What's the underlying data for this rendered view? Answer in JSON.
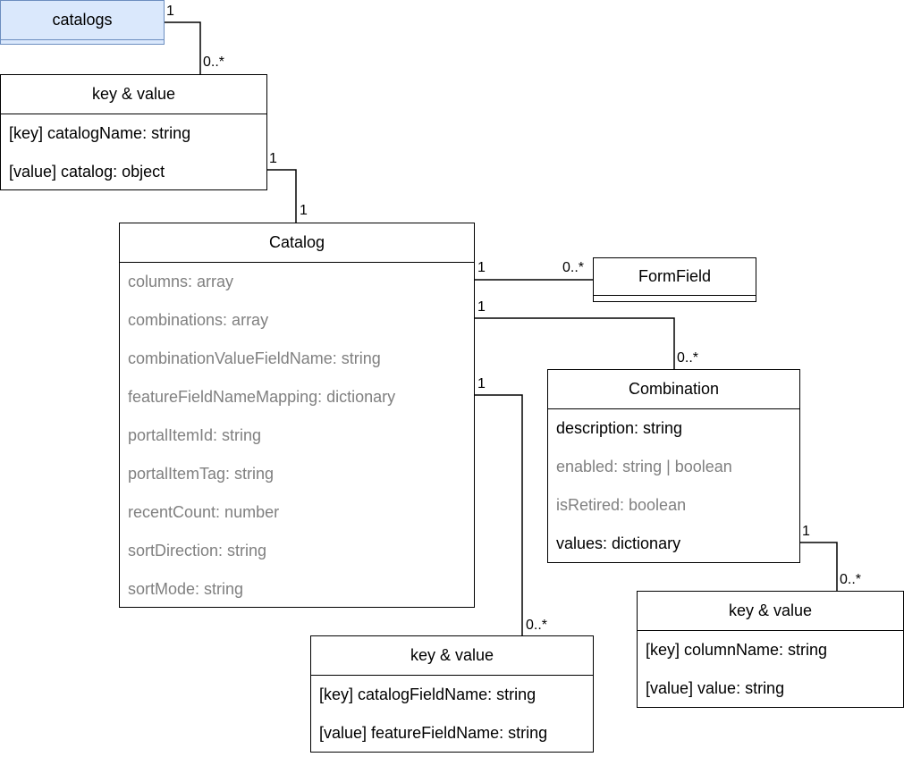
{
  "catalogs_root": {
    "title": "catalogs"
  },
  "catalog_map": {
    "title": "key & value",
    "attributes": [
      "[key] catalogName: string",
      "[value] catalog: object"
    ]
  },
  "catalog": {
    "title": "Catalog",
    "attributes": [
      "columns: array",
      "combinations: array",
      "combinationValueFieldName: string",
      "featureFieldNameMapping: dictionary",
      "portalItemId: string",
      "portalItemTag: string",
      "recentCount: number",
      "sortDirection: string",
      "sortMode: string"
    ]
  },
  "form_field": {
    "title": "FormField"
  },
  "combination": {
    "title": "Combination",
    "attributes": [
      "description: string",
      "enabled: string | boolean",
      "isRetired: boolean",
      "values: dictionary"
    ]
  },
  "field_map": {
    "title": "key & value",
    "attributes": [
      "[key] catalogFieldName: string",
      "[value] featureFieldName: string"
    ]
  },
  "values_map": {
    "title": "key & value",
    "attributes": [
      "[key] columnName: string",
      "[value] value: string"
    ]
  },
  "multiplicities": {
    "catalogs_src": "1",
    "catalogs_dst": "0..*",
    "catalogmap_src": "1",
    "catalogmap_dst": "1",
    "formfield_src": "1",
    "formfield_dst": "0..*",
    "combination_src": "1",
    "combination_dst": "0..*",
    "fieldmap_src": "1",
    "fieldmap_dst": "0..*",
    "valuesmap_src": "1",
    "valuesmap_dst": "0..*"
  },
  "colors": {
    "highlight_fill": "#dae8fc",
    "highlight_stroke": "#6c8ebf",
    "muted_text": "#808080"
  }
}
